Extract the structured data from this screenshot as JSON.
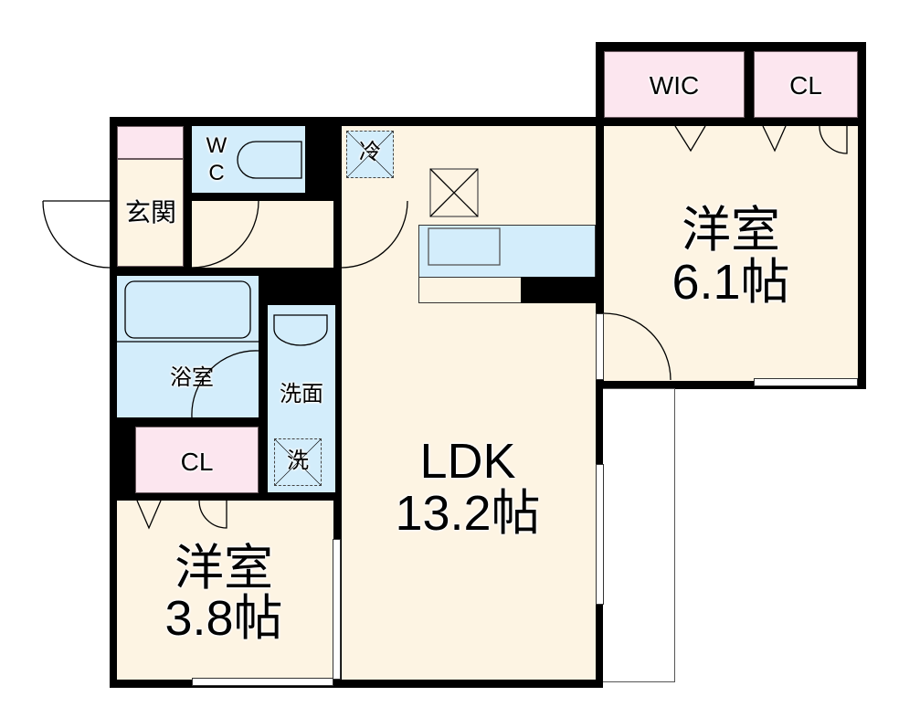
{
  "floor_plan": {
    "rooms": {
      "entrance": {
        "label": "玄関"
      },
      "wc": {
        "label_line1": "W",
        "label_line2": "C"
      },
      "refrigerator": {
        "label": "冷"
      },
      "bathroom": {
        "label": "浴室"
      },
      "washroom": {
        "label": "洗面"
      },
      "washer": {
        "label": "洗"
      },
      "closet_left": {
        "label": "CL"
      },
      "walk_in_closet": {
        "label": "WIC"
      },
      "closet_right": {
        "label": "CL"
      },
      "western_room_large": {
        "label": "洋室",
        "size": "6.1帖"
      },
      "western_room_small": {
        "label": "洋室",
        "size": "3.8帖"
      },
      "ldk": {
        "label": "LDK",
        "size": "13.2帖"
      }
    },
    "colors": {
      "wall": "#000000",
      "floor": "#fdf4e3",
      "wet_area": "#d3edfb",
      "closet": "#fce6ef"
    }
  }
}
